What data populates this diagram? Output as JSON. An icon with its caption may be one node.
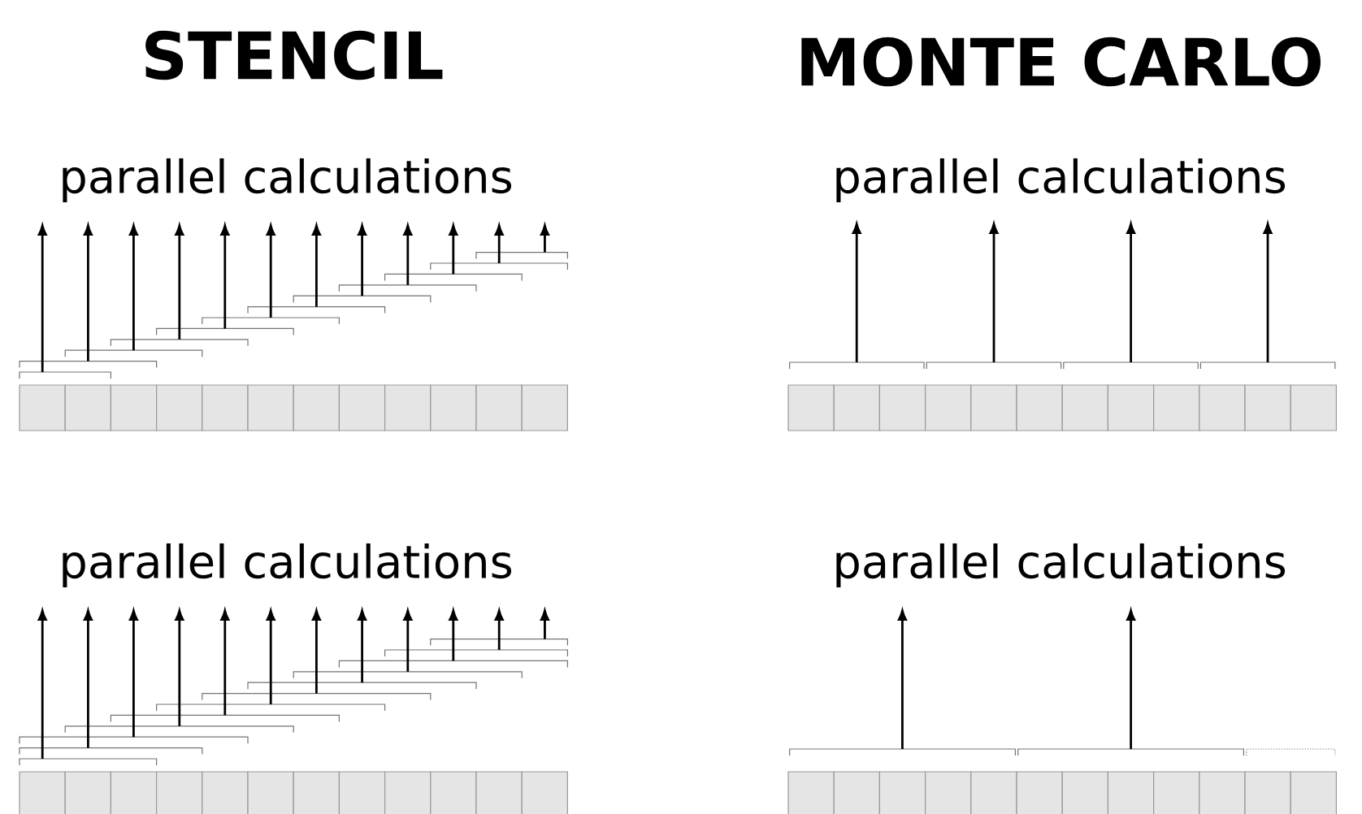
{
  "diagram": {
    "labels": [
      "STENCIL",
      "MONTE CARLO",
      "parallel calculations",
      "parallel calculations",
      "parallel calculations",
      "parallel calculations"
    ]
  }
}
